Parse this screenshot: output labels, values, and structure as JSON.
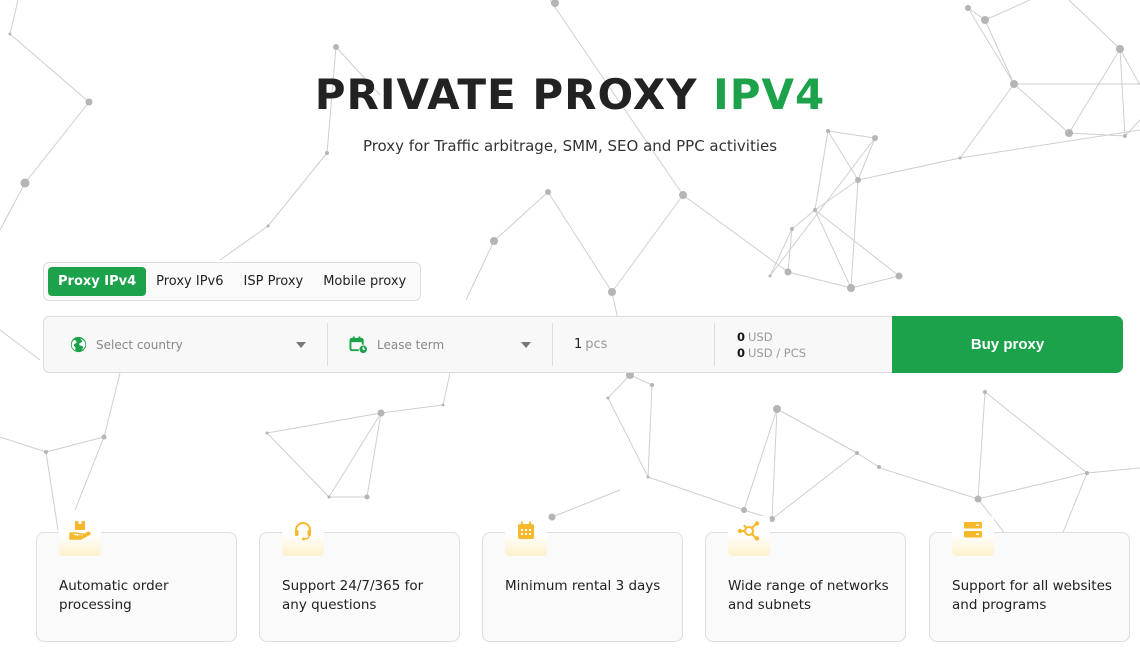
{
  "hero": {
    "title_main": "PRIVATE PROXY ",
    "title_accent": "IPV4",
    "subtitle": "Proxy for Traffic arbitrage, SMM, SEO and PPC activities"
  },
  "tabs": [
    {
      "label": "Proxy IPv4",
      "active": true
    },
    {
      "label": "Proxy IPv6",
      "active": false
    },
    {
      "label": "ISP Proxy",
      "active": false
    },
    {
      "label": "Mobile proxy",
      "active": false
    }
  ],
  "order": {
    "country": {
      "placeholder": "Select country",
      "icon": "globe-icon"
    },
    "lease": {
      "placeholder": "Lease term",
      "icon": "calendar-clock-icon"
    },
    "quantity": {
      "value": "1",
      "unit": "pcs"
    },
    "total": {
      "value": "0",
      "currency": "USD"
    },
    "per_unit": {
      "value": "0",
      "currency": "USD / PCS"
    },
    "buy_label": "Buy proxy"
  },
  "features": [
    {
      "icon": "hand-box-icon",
      "text": "Automatic order processing"
    },
    {
      "icon": "headset-icon",
      "text": "Support 24/7/365 for any questions"
    },
    {
      "icon": "calendar-icon",
      "text": "Minimum rental 3 days"
    },
    {
      "icon": "network-nodes-icon",
      "text": "Wide range of networks and subnets"
    },
    {
      "icon": "server-icon",
      "text": "Support for all websites and programs"
    }
  ],
  "colors": {
    "accent": "#1ca24b",
    "icon_yellow": "#f6b92b",
    "text": "#222222"
  }
}
